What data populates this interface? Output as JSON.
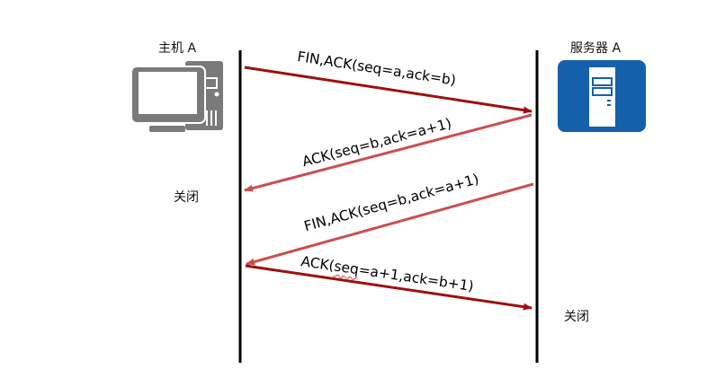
{
  "hosts": {
    "client": {
      "label": "主机 A",
      "icon": "desktop-computer-icon",
      "icon_color": "#7a7a7a"
    },
    "server": {
      "label": "服务器 A",
      "icon": "server-tower-icon",
      "icon_color": "#1560ab"
    }
  },
  "colors": {
    "lifeline": "#000000",
    "arrow_dark": "#9b1010",
    "arrow_light": "#c95050"
  },
  "messages": [
    {
      "label": "FIN,ACK(seq=a,ack=b)",
      "from": "client",
      "to": "server",
      "style": "dark"
    },
    {
      "label": "ACK(seq=b,ack=a+1)",
      "from": "server",
      "to": "client",
      "style": "light"
    },
    {
      "label": "FIN,ACK(seq=b,ack=a+1)",
      "from": "server",
      "to": "client",
      "style": "light"
    },
    {
      "label_parts": [
        "ACK(",
        "seq",
        "=a+1,ack=b+1)"
      ],
      "label": "ACK(seq=a+1,ack=b+1)",
      "from": "client",
      "to": "server",
      "style": "dark"
    }
  ],
  "states": {
    "client_closed": "关闭",
    "server_closed": "关闭"
  }
}
